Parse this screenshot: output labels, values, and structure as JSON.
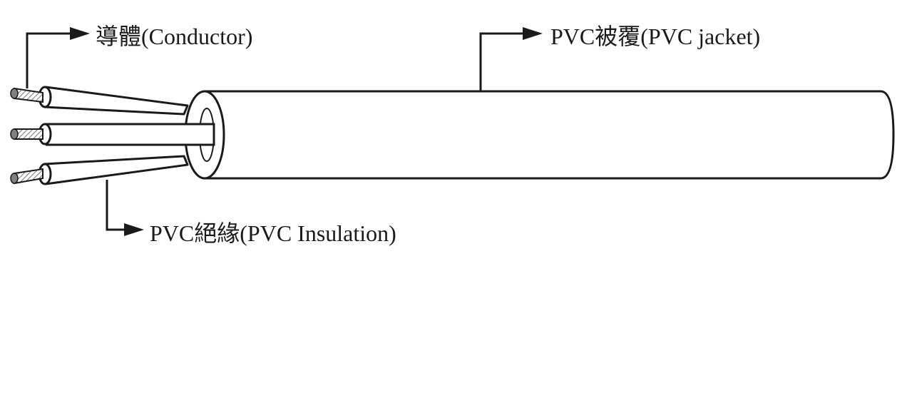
{
  "labels": {
    "conductor": "導體(Conductor)",
    "insulation": "PVC絕緣(PVC Insulation)",
    "jacket": "PVC被覆(PVC jacket)"
  },
  "colors": {
    "stroke": "#1a1a1a",
    "background": "#ffffff",
    "strand": "#808080"
  },
  "components": [
    "conductor",
    "insulation",
    "jacket"
  ]
}
